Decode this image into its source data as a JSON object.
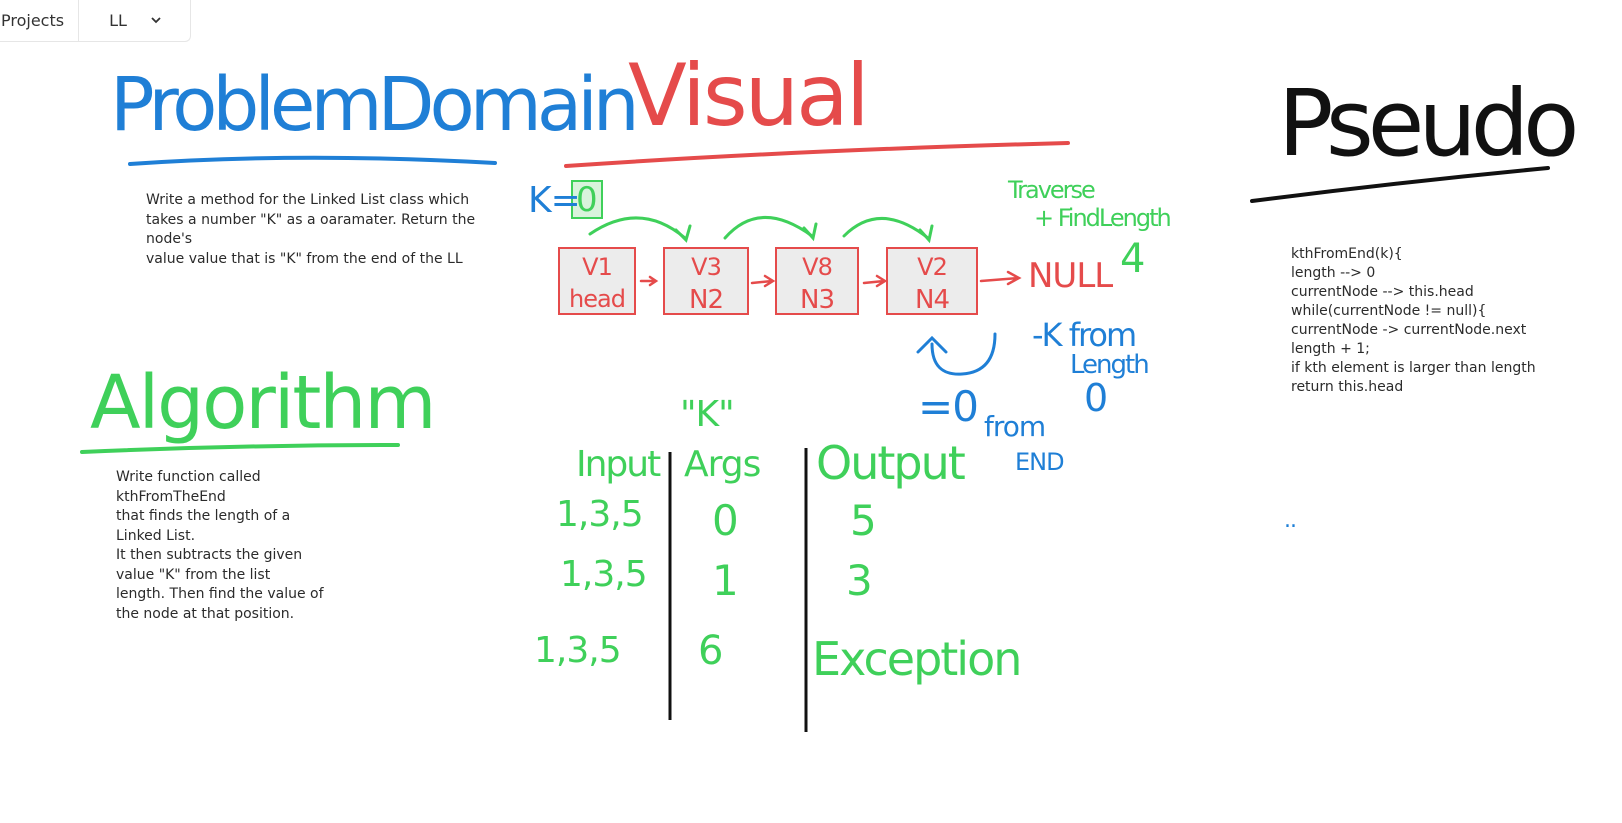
{
  "toolbar": {
    "projects_label": "Projects",
    "board_name": "LL"
  },
  "colors": {
    "blue": "#1f7fd6",
    "red": "#e54b4b",
    "green": "#3fd05a",
    "black": "#111111"
  },
  "headings": {
    "problem_domain": "ProblemDomain",
    "visual": "Visual",
    "pseudo": "Pseudo",
    "algorithm": "Algorithm"
  },
  "problem_domain_text": [
    "Write a method for the Linked List class which",
    "takes a number \"K\" as a oaramater. Return the",
    "node's",
    "value value that is \"K\" from the end of the LL"
  ],
  "algorithm_text": [
    "Write function called",
    "kthFromTheEnd",
    "that finds the length of a",
    "Linked List.",
    "It then subtracts the given",
    "value \"K\" from the list",
    "length. Then find the value of",
    "the node at that position."
  ],
  "pseudo_text": [
    "kthFromEnd(k){",
    "length --> 0",
    "currentNode --> this.head",
    "while(currentNode != null){",
    "currentNode -> currentNode.next",
    "length + 1;",
    "if kth element is larger than length",
    "return this.head"
  ],
  "visual": {
    "k_label": "K=",
    "k_value": "0",
    "nodes": [
      {
        "value": "V1",
        "name": "head"
      },
      {
        "value": "V3",
        "name": "N2"
      },
      {
        "value": "V8",
        "name": "N3"
      },
      {
        "value": "V2",
        "name": "N4"
      }
    ],
    "null_label": "NULL",
    "traverse_line1": "Traverse",
    "traverse_line2": "+ FindLength",
    "length_value": "4",
    "minus_k_line1": "-K from",
    "minus_k_line2": "Length",
    "minus_k_value": "0",
    "equals_zero": "=0",
    "from_end_line1": "from",
    "from_end_line2": "END",
    "dots": ".."
  },
  "table": {
    "k_quote": "\"K\"",
    "headers": [
      "Input",
      "Args",
      "Output"
    ],
    "rows": [
      {
        "input": "1,3,5",
        "args": "0",
        "output": "5"
      },
      {
        "input": "1,3,5",
        "args": "1",
        "output": "3"
      },
      {
        "input": "1,3,5",
        "args": "6",
        "output": "Exception"
      }
    ]
  }
}
